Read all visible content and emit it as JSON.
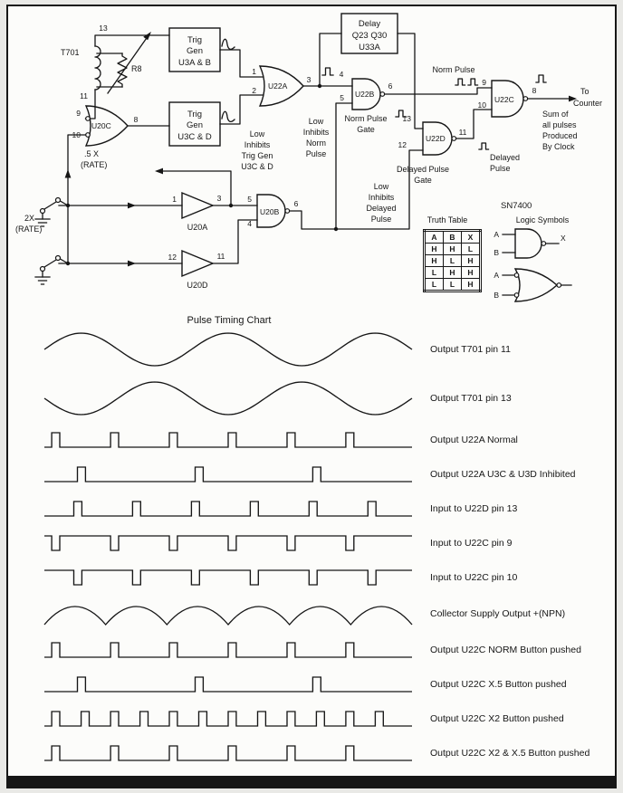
{
  "sch": {
    "t701": "T701",
    "r8": "R8",
    "pin13": "13",
    "pin11": "11",
    "trig_ab": [
      "Trig",
      "Gen",
      "U3A & B"
    ],
    "trig_cd": [
      "Trig",
      "Gen",
      "U3C & D"
    ],
    "delay": [
      "Delay",
      "Q23  Q30",
      "U33A"
    ],
    "u20a": "U20A",
    "u20a_in": "1",
    "u20a_out": "3",
    "u20b": "U20B",
    "u20b_in1": "5",
    "u20b_in2": "4",
    "u20b_out": "6",
    "u20c": "U20C",
    "u20c_in1": "9",
    "u20c_in2": "10",
    "u20c_out": "8",
    "u20d": "U20D",
    "u20d_in": "12",
    "u20d_out": "11",
    "u22a": "U22A",
    "u22a_in1": "1",
    "u22a_in2": "2",
    "u22a_out": "3",
    "u22b": "U22B",
    "u22b_in1": "4",
    "u22b_in2": "5",
    "u22b_out": "6",
    "u22c": "U22C",
    "u22c_in1": "9",
    "u22c_in2": "10",
    "u22c_out": "8",
    "u22d": "U22D",
    "u22d_in1": "13",
    "u22d_in2": "12",
    "u22d_out": "11",
    "rate_half": [
      ".5 X",
      "(RATE)"
    ],
    "rate_2x": [
      "2X",
      "(RATE)"
    ],
    "norm_pulse": "Norm Pulse",
    "norm_gate": [
      "Norm Pulse",
      "Gate"
    ],
    "delayed_gate": [
      "Delayed Pulse",
      "Gate"
    ],
    "delayed_pulse": [
      "Delayed",
      "Pulse"
    ],
    "to_counter": [
      "To",
      "Counter"
    ],
    "sum_note": [
      "Sum  of",
      "all pulses",
      "Produced",
      "By Clock"
    ],
    "inh_trig": [
      "Low",
      "Inhibits",
      "Trig Gen",
      "U3C & D"
    ],
    "inh_norm": [
      "Low",
      "Inhibits",
      "Norm",
      "Pulse"
    ],
    "inh_delayed": [
      "Low",
      "Inhibits",
      "Delayed",
      "Pulse"
    ],
    "sn7400": "SN7400",
    "truth": {
      "title": "Truth Table",
      "headers": [
        "A",
        "B",
        "X"
      ],
      "rows": [
        [
          "H",
          "H",
          "L"
        ],
        [
          "H",
          "L",
          "H"
        ],
        [
          "L",
          "H",
          "H"
        ],
        [
          "L",
          "L",
          "H"
        ]
      ]
    },
    "logic": {
      "title": "Logic Symbols",
      "nand_a": "A",
      "nand_b": "B",
      "nand_x": "X",
      "alt_a": "A",
      "alt_b": "B"
    }
  },
  "timing_chart": {
    "type": "waveform-rows",
    "title": "Pulse Timing Chart",
    "rows": [
      {
        "label": "Output T701 pin 11",
        "type": "sine",
        "cycles": 2.5,
        "phase": 0
      },
      {
        "label": "Output T701 pin 13",
        "type": "sine",
        "cycles": 2.5,
        "phase": 180
      },
      {
        "label": "Output U22A Normal",
        "type": "pulse",
        "polarity": "up",
        "pulses": [
          0.02,
          0.18,
          0.34,
          0.5,
          0.66,
          0.82
        ],
        "pulse_width": 0.022
      },
      {
        "label": "Output U22A U3C & U3D Inhibited",
        "type": "pulse",
        "polarity": "up",
        "pulses": [
          0.09,
          0.41,
          0.73
        ],
        "pulse_width": 0.022
      },
      {
        "label": "Input to U22D pin 13",
        "type": "pulse",
        "polarity": "up",
        "pulses": [
          0.08,
          0.24,
          0.4,
          0.56,
          0.72,
          0.88
        ],
        "pulse_width": 0.022
      },
      {
        "label": "Input to U22C pin 9",
        "type": "pulse",
        "polarity": "down",
        "pulses": [
          0.02,
          0.18,
          0.34,
          0.5,
          0.66,
          0.82
        ],
        "pulse_width": 0.022
      },
      {
        "label": "Input to U22C pin 10",
        "type": "pulse",
        "polarity": "down",
        "pulses": [
          0.08,
          0.24,
          0.4,
          0.56,
          0.72,
          0.88
        ],
        "pulse_width": 0.022
      },
      {
        "label": "Collector Supply Output +(NPN)",
        "type": "arches",
        "humps": 6
      },
      {
        "label": "Output U22C NORM Button pushed",
        "type": "pulse",
        "polarity": "up",
        "pulses": [
          0.02,
          0.18,
          0.34,
          0.5,
          0.66,
          0.82
        ],
        "pulse_width": 0.022
      },
      {
        "label": "Output U22C X.5 Button pushed",
        "type": "pulse",
        "polarity": "up",
        "pulses": [
          0.09,
          0.41,
          0.73
        ],
        "pulse_width": 0.022
      },
      {
        "label": "Output U22C X2 Button pushed",
        "type": "pulse",
        "polarity": "up",
        "pulses": [
          0.02,
          0.1,
          0.18,
          0.26,
          0.34,
          0.42,
          0.5,
          0.58,
          0.66,
          0.74,
          0.82,
          0.9
        ],
        "pulse_width": 0.022
      },
      {
        "label": "Output U22C X2 & X.5 Button pushed",
        "type": "pulse",
        "polarity": "up",
        "pulses": [
          0.02,
          0.18,
          0.34,
          0.5,
          0.66,
          0.82
        ],
        "pulse_width": 0.022
      }
    ]
  }
}
